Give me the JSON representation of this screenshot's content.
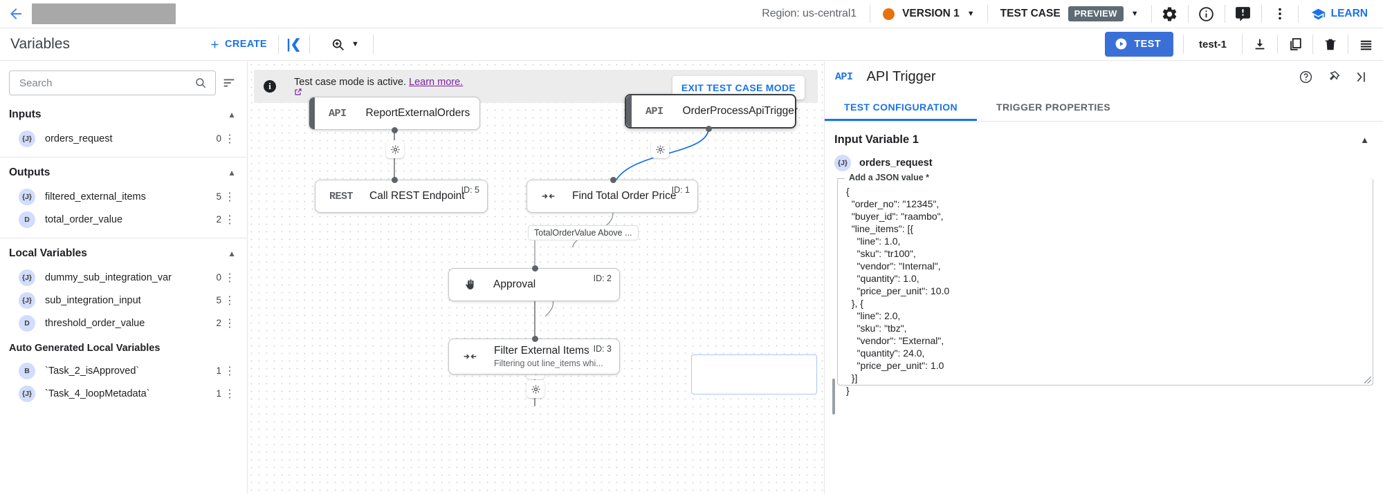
{
  "topbar": {
    "back_icon": "arrow-left-icon",
    "region": "Region: us-central1",
    "version": "VERSION 1",
    "test_case_label": "TEST CASE",
    "preview_badge": "PREVIEW",
    "learn_label": "LEARN",
    "icons": [
      "gear-icon",
      "info-icon",
      "feedback-icon",
      "more-vert-icon"
    ]
  },
  "toolbar": {
    "panel_title": "Variables",
    "create_label": "CREATE",
    "collapse_icon": "collapse-left-icon",
    "zoom_icon": "zoom-in-icon",
    "test_label": "TEST",
    "test_name": "test-1",
    "download_icon": "download-icon",
    "copy_icon": "copy-icon",
    "delete_icon": "trash-icon",
    "list_icon": "list-icon"
  },
  "sidebar": {
    "search_placeholder": "Search",
    "search_value": "",
    "sort_icon": "sort-icon",
    "sections": [
      {
        "title": "Inputs",
        "items": [
          {
            "type": "{J}",
            "name": "orders_request",
            "count": "0"
          }
        ]
      },
      {
        "title": "Outputs",
        "items": [
          {
            "type": "{J}",
            "name": "filtered_external_items",
            "count": "5"
          },
          {
            "type": "D",
            "name": "total_order_value",
            "count": "2"
          }
        ]
      },
      {
        "title": "Local Variables",
        "items": [
          {
            "type": "{J}",
            "name": "dummy_sub_integration_var",
            "count": "0"
          },
          {
            "type": "{J}",
            "name": "sub_integration_input",
            "count": "5"
          },
          {
            "type": "D",
            "name": "threshold_order_value",
            "count": "2"
          }
        ]
      }
    ],
    "auto_generated_title": "Auto Generated Local Variables",
    "auto_generated_items": [
      {
        "type": "B",
        "name": "`Task_2_isApproved`",
        "count": "1"
      },
      {
        "type": "{J}",
        "name": "`Task_4_loopMetadata`",
        "count": "1"
      }
    ]
  },
  "canvas": {
    "banner_text": "Test case mode is active.",
    "banner_link": "Learn more.",
    "exit_label": "EXIT TEST CASE MODE",
    "nodes": [
      {
        "type": "API",
        "title": "ReportExternalOrders",
        "id": "",
        "sub": ""
      },
      {
        "type": "API",
        "title": "OrderProcessApiTrigger",
        "id": "",
        "sub": ""
      },
      {
        "type": "REST",
        "title": "Call REST Endpoint",
        "id": "ID: 5",
        "sub": ""
      },
      {
        "type": "map",
        "title": "Find Total Order Price",
        "id": "ID: 1",
        "sub": ""
      },
      {
        "type": "approval",
        "title": "Approval",
        "id": "ID: 2",
        "sub": ""
      },
      {
        "type": "map",
        "title": "Filter External Items",
        "id": "ID: 3",
        "sub": "Filtering out line_items whi..."
      }
    ],
    "edge_label": "TotalOrderValue Above ..."
  },
  "rpanel": {
    "type_label": "API",
    "title": "API Trigger",
    "help_icon": "help-icon",
    "pin_icon": "pin-icon",
    "collapse_icon": "collapse-right-icon",
    "tabs": [
      {
        "label": "TEST CONFIGURATION",
        "active": true
      },
      {
        "label": "TRIGGER PROPERTIES",
        "active": false
      }
    ],
    "section_title": "Input Variable 1",
    "variable": {
      "type": "{J}",
      "name": "orders_request"
    },
    "json_label": "Add a JSON value *",
    "json_value": "{\n  \"order_no\": \"12345\",\n  \"buyer_id\": \"raambo\",\n  \"line_items\": [{\n    \"line\": 1.0,\n    \"sku\": \"tr100\",\n    \"vendor\": \"Internal\",\n    \"quantity\": 1.0,\n    \"price_per_unit\": 10.0\n  }, {\n    \"line\": 2.0,\n    \"sku\": \"tbz\",\n    \"vendor\": \"External\",\n    \"quantity\": 24.0,\n    \"price_per_unit\": 1.0\n  }]\n}"
  },
  "colors": {
    "accent_blue": "#1a73e8",
    "test_button": "#3a6fd8",
    "version_dot": "#e8710a",
    "preview_badge": "#5f6b73",
    "banner_link": "#7b1fa2"
  }
}
